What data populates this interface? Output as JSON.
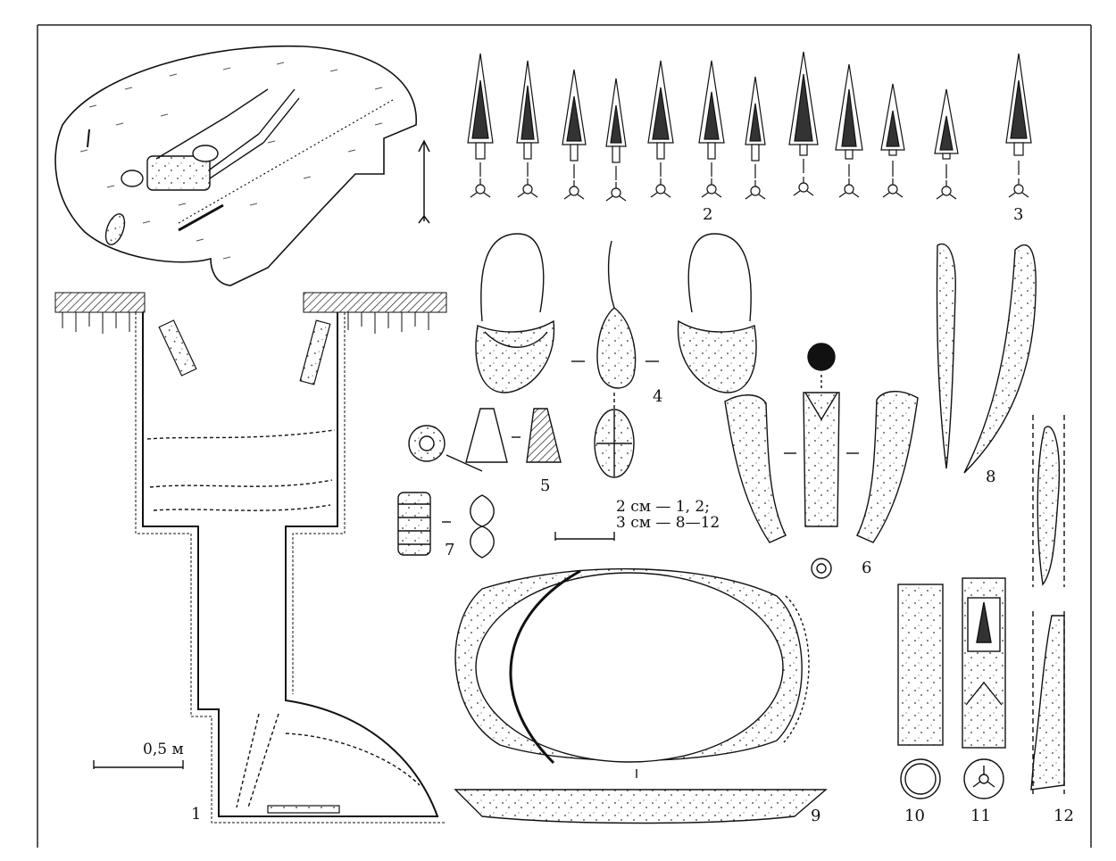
{
  "figure_numbers": {
    "n1": "1",
    "n2": "2",
    "n3": "3",
    "n4": "4",
    "n5": "5",
    "n6": "6",
    "n7": "7",
    "n8": "8",
    "n9": "9",
    "n10": "10",
    "n11": "11",
    "n12": "12"
  },
  "scale_labels": {
    "grave_scale": "0,5 м",
    "small_scale_line1": "2 см — 1, 2;",
    "small_scale_line2": "3 см — 8—12"
  }
}
